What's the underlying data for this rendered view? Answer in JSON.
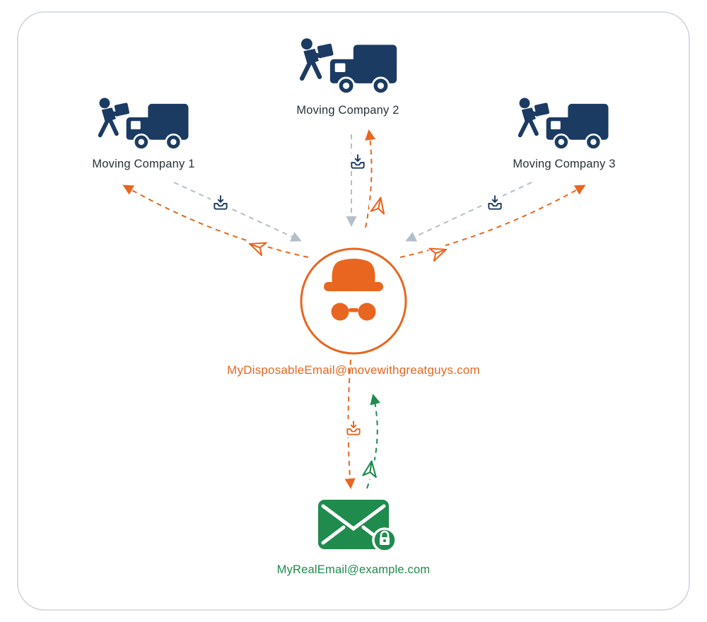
{
  "diagram": {
    "companies": [
      {
        "label": "Moving Company 1"
      },
      {
        "label": "Moving Company 2"
      },
      {
        "label": "Moving Company 3"
      }
    ],
    "disposable_email": {
      "label": "MyDisposableEmail@movewithgreatguys.com"
    },
    "real_email": {
      "label": "MyRealEmail@example.com"
    }
  },
  "icons": {
    "company": "moving-truck-with-mover-icon",
    "center": "incognito-hat-glasses-icon",
    "incoming_mail": "inbox-tray-icon",
    "outgoing_mail": "paper-plane-icon",
    "real_mailbox": "envelope-with-lock-icon"
  },
  "colors": {
    "navy": "#1c3b63",
    "orange": "#e8661f",
    "green": "#1f8b4d",
    "gray_arrow": "#b4bfc9",
    "label": "#273238",
    "card_border": "#cfd4d8",
    "background": "#ffffff"
  }
}
